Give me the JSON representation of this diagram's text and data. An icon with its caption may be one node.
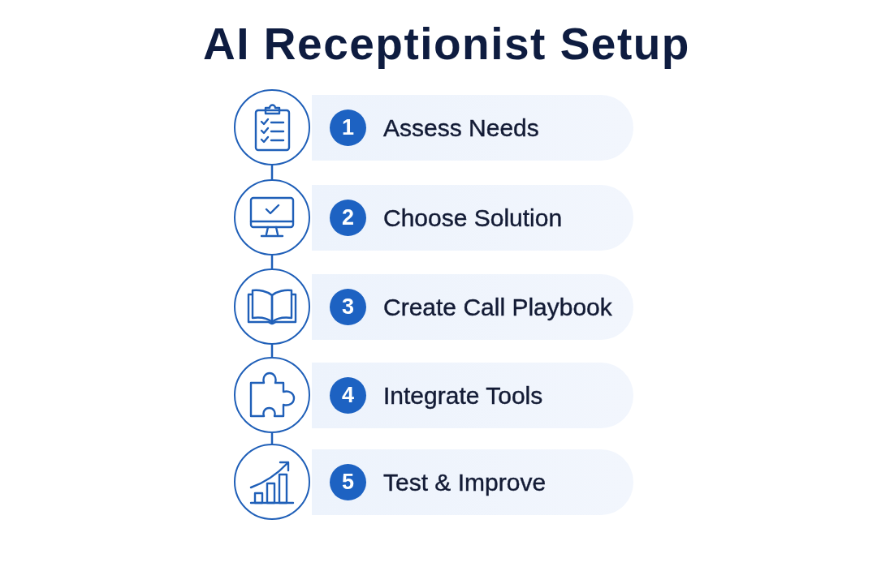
{
  "diagram": {
    "title": "AI Receptionist Setup",
    "nodes": [
      {
        "text": [],
        "shape": "circle"
      },
      {
        "text": [
          "Assess Needs"
        ]
      },
      {
        "text": [
          "1"
        ],
        "in": 1
      },
      {
        "text": [],
        "shape": "circle"
      },
      {
        "text": [
          "Choose Solution"
        ]
      },
      {
        "text": [
          "2"
        ],
        "in": 4
      },
      {
        "text": [],
        "shape": "circle"
      },
      {
        "text": [
          "Create Call Playbook"
        ]
      },
      {
        "text": [
          "3"
        ],
        "in": 7
      },
      {
        "text": [],
        "shape": "circle"
      },
      {
        "text": [
          "Integrate Tools"
        ]
      },
      {
        "text": [
          "4"
        ],
        "in": 10
      },
      {
        "text": [],
        "shape": "circle"
      },
      {
        "text": [
          "Test & Improve"
        ]
      },
      {
        "text": [
          "5"
        ],
        "in": 13
      }
    ],
    "edges": [
      {
        "from": 0,
        "to": 3,
        "arrow": "none"
      },
      {
        "from": 3,
        "to": 6,
        "arrow": "none"
      },
      {
        "from": 6,
        "to": 9,
        "arrow": "none"
      },
      {
        "from": 9,
        "to": 12,
        "arrow": "none"
      }
    ]
  }
}
